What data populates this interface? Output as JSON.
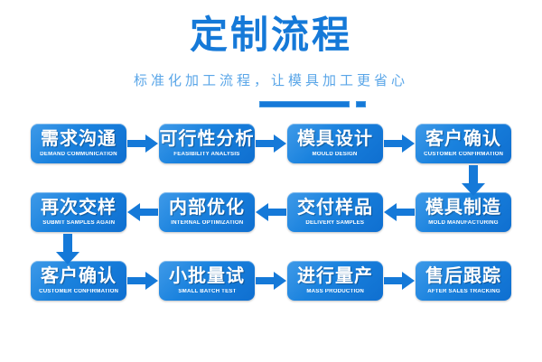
{
  "header": {
    "title": "定制流程",
    "subtitle": "标准化加工流程，让模具加工更省心",
    "accent_color": "#1579d8",
    "subtitle_color": "#5aa6e8"
  },
  "decor": {
    "bar_label": "decorative-bar",
    "square_label": "decorative-square"
  },
  "flow": {
    "rows": [
      {
        "direction": "right",
        "nodes": [
          {
            "cn": "需求沟通",
            "en": "DEMAND COMMUNICATION"
          },
          {
            "cn": "可行性分析",
            "en": "FEASIBILITY ANALYSIS"
          },
          {
            "cn": "模具设计",
            "en": "MOULD DESIGN"
          },
          {
            "cn": "客户确认",
            "en": "CUSTOMER CONFIRMATION"
          }
        ]
      },
      {
        "direction": "left",
        "nodes": [
          {
            "cn": "再次交样",
            "en": "SUBMIT SAMPLES AGAIN"
          },
          {
            "cn": "内部优化",
            "en": "INTERNAL OPTIMIZATION"
          },
          {
            "cn": "交付样品",
            "en": "DELIVERY SAMPLES"
          },
          {
            "cn": "模具制造",
            "en": "MOLD MANUFACTURING"
          }
        ]
      },
      {
        "direction": "right",
        "nodes": [
          {
            "cn": "客户确认",
            "en": "CUSTOMER CONFIRMATION"
          },
          {
            "cn": "小批量试",
            "en": "SMALL BATCH TEST"
          },
          {
            "cn": "进行量产",
            "en": "MASS PRODUCTION"
          },
          {
            "cn": "售后跟踪",
            "en": "AFTER SALES TRACKING"
          }
        ]
      }
    ],
    "connectors": [
      {
        "name": "connector-row1-to-row2",
        "direction": "down"
      },
      {
        "name": "connector-row2-to-row3",
        "direction": "down"
      }
    ]
  }
}
